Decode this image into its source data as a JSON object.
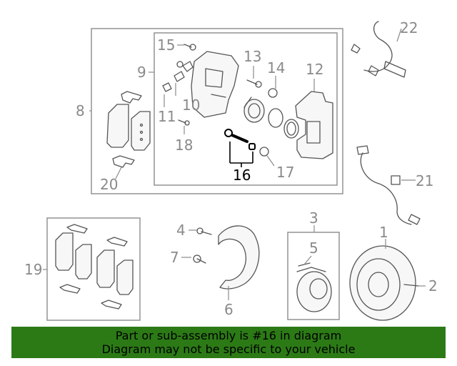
{
  "callouts": {
    "c1": "1",
    "c2": "2",
    "c3": "3",
    "c4": "4",
    "c5": "5",
    "c6": "6",
    "c7": "7",
    "c8": "8",
    "c9": "9",
    "c10": "10",
    "c11": "11",
    "c12": "12",
    "c13": "13",
    "c14": "14",
    "c15": "15",
    "c16": "16",
    "c17": "17",
    "c18": "18",
    "c19": "19",
    "c20": "20",
    "c21": "21",
    "c22": "22"
  },
  "highlighted_part": "16",
  "banner": {
    "line1": "Part or sub-assembly is #16 in diagram",
    "line2": "Diagram may not be specific to your vehicle"
  },
  "colors": {
    "banner_bg": "#2c7a16",
    "label_gray": "#8a8a8a",
    "highlight": "#000000"
  }
}
